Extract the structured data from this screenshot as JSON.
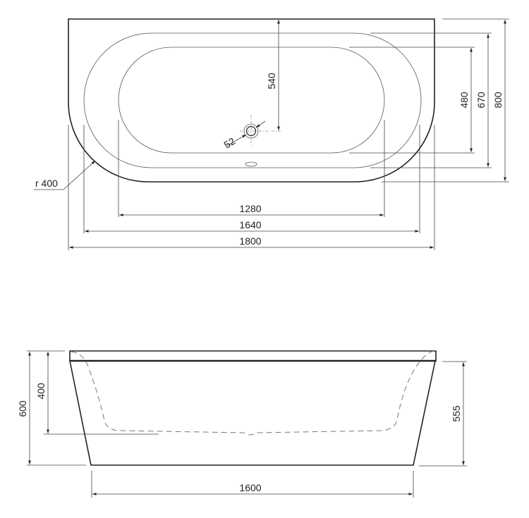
{
  "drawing": {
    "subject": "Freestanding back-to-wall bathtub technical drawing",
    "units": "mm",
    "top_view": {
      "dimensions": {
        "overall_length": "1800",
        "rim_length": "1640",
        "inner_length": "1280",
        "overall_width": "800",
        "rim_width": "670",
        "inner_width": "480",
        "drain_position": "540",
        "drain_diameter": "52",
        "corner_radius": "r 400"
      }
    },
    "side_view": {
      "dimensions": {
        "total_height": "600",
        "inner_depth": "400",
        "side_height": "555",
        "base_length": "1600"
      }
    },
    "colors": {
      "line": "#222222",
      "thin_line": "#555555",
      "hidden_line": "#777777",
      "background": "#ffffff"
    }
  }
}
